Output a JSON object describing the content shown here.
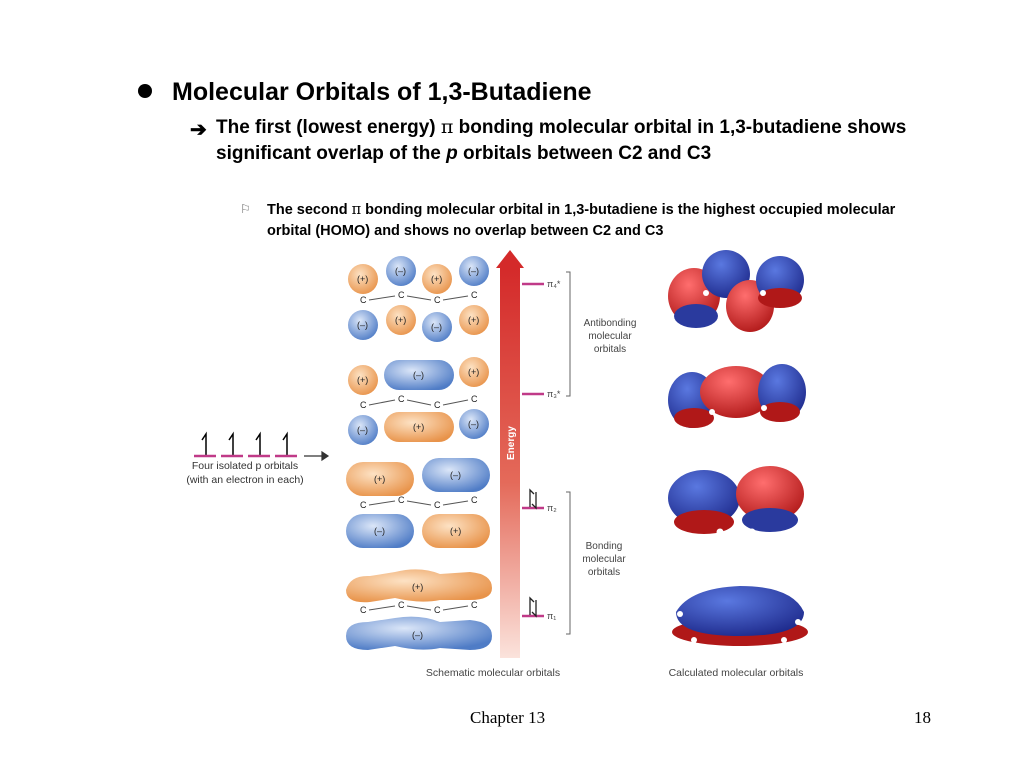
{
  "slide": {
    "title": "Molecular Orbitals of 1,3-Butadiene",
    "point": {
      "pre": "The first (lowest energy) ",
      "pi": "π",
      "mid": " bonding molecular orbital in 1,3-butadiene shows significant overlap of the ",
      "p": "p",
      "post": " orbitals between C2 and C3"
    },
    "subpoint": {
      "pre": "The second ",
      "pi": "π",
      "post": " bonding molecular orbital in 1,3-butadiene is the highest occupied molecular orbital (HOMO) and shows no overlap between C2 and C3"
    }
  },
  "figure": {
    "isolated_label_1": "Four isolated p orbitals",
    "isolated_label_2": "(with an electron in each)",
    "energy_label": "Energy",
    "carbon": "C",
    "plus": "(+)",
    "minus": "(–)",
    "levels": {
      "pi4": "π₄*",
      "pi3": "π₃*",
      "pi2": "π₂",
      "pi1": "π₁"
    },
    "antibonding": [
      "Antibonding",
      "molecular",
      "orbitals"
    ],
    "bonding": [
      "Bonding",
      "molecular",
      "orbitals"
    ],
    "caption_schematic": "Schematic molecular orbitals",
    "caption_calculated": "Calculated molecular orbitals",
    "colors": {
      "orange": "#eba05a",
      "blue": "#5a84cc",
      "red": "#cc2a2a",
      "deepblue": "#2a3a9e",
      "magenta": "#c03a88"
    }
  },
  "footer": {
    "chapter": "Chapter 13",
    "page": "18"
  }
}
